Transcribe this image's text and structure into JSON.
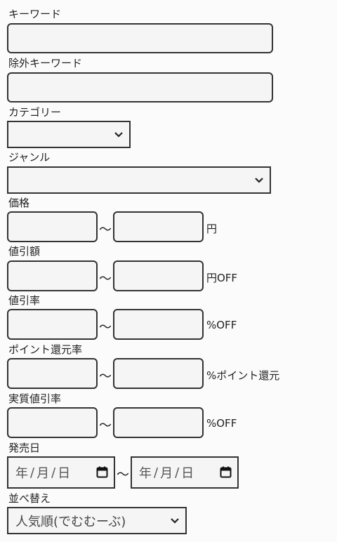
{
  "form": {
    "keyword": {
      "label": "キーワード",
      "value": ""
    },
    "exclude_keyword": {
      "label": "除外キーワード",
      "value": ""
    },
    "category": {
      "label": "カテゴリー",
      "selected": ""
    },
    "genre": {
      "label": "ジャンル",
      "selected": ""
    },
    "price": {
      "label": "価格",
      "min": "",
      "max": "",
      "separator": "〜",
      "unit": "円"
    },
    "discount_amount": {
      "label": "値引額",
      "min": "",
      "max": "",
      "separator": "〜",
      "unit": "円OFF"
    },
    "discount_rate": {
      "label": "値引率",
      "min": "",
      "max": "",
      "separator": "〜",
      "unit": "%OFF"
    },
    "point_rate": {
      "label": "ポイント還元率",
      "min": "",
      "max": "",
      "separator": "〜",
      "unit": "%ポイント還元"
    },
    "real_discount_rate": {
      "label": "実質値引率",
      "min": "",
      "max": "",
      "separator": "〜",
      "unit": "%OFF"
    },
    "release_date": {
      "label": "発売日",
      "separator": "〜",
      "from": {
        "year": "年",
        "month": "月",
        "day": "日",
        "sep": "/"
      },
      "to": {
        "year": "年",
        "month": "月",
        "day": "日",
        "sep": "/"
      },
      "icon": "calendar-icon"
    },
    "sort": {
      "label": "並べ替え",
      "selected": "人気順(でむむーぶ)"
    }
  }
}
